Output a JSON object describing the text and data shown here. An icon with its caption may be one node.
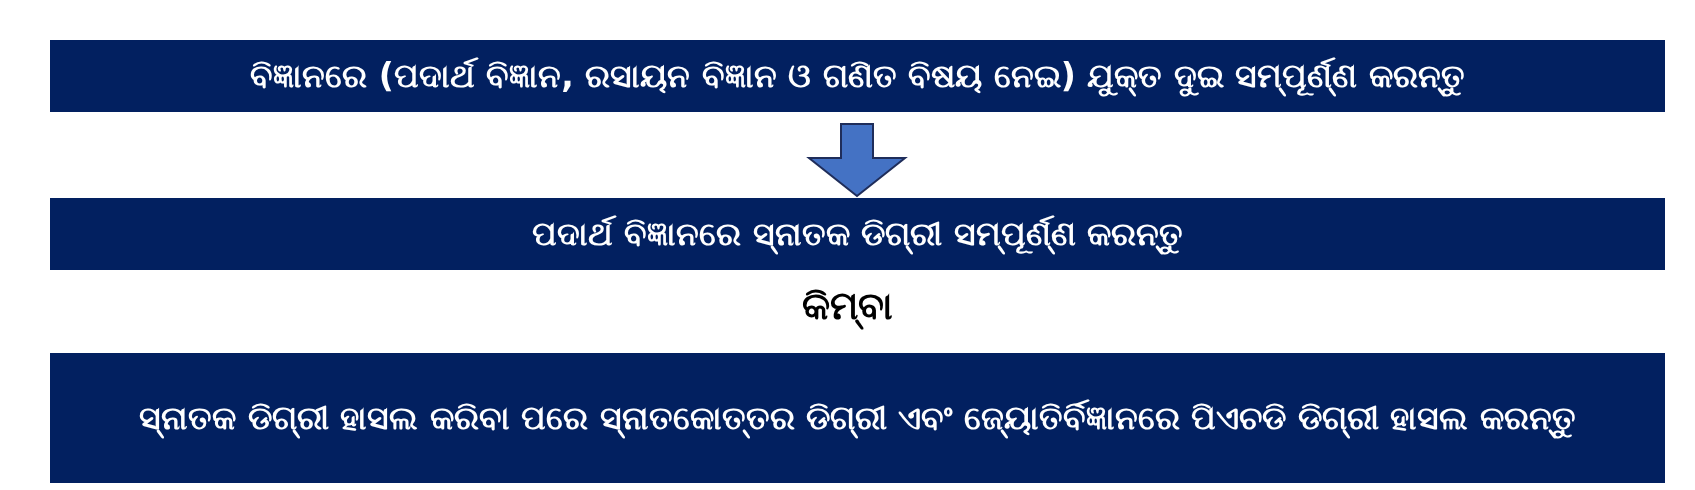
{
  "diagram": {
    "nodes": [
      {
        "text": [
          "ବିଜ୍ଞାନରେ (ପଦାର୍ଥ ବିଜ୍ଞାନ, ରସାୟନ ବିଜ୍ଞାନ ଓ ଗଣିତ ବିଷୟ ନେଇ) ଯୁକ୍ତ ଦୁଇ ସମ୍ପୂର୍ଣ୍ଣ କରନ୍ତୁ"
        ]
      },
      {
        "text": [
          "ପଦାର୍ଥ ବିଜ୍ଞାନରେ ସ୍ନାତକ ଡିଗ୍ରୀ ସମ୍ପୂର୍ଣ୍ଣ କରନ୍ତୁ"
        ]
      },
      {
        "text": [
          "ସ୍ନାତକ ଡିଗ୍ରୀ ହାସଲ କରିବା ପରେ ସ୍ନାତକୋତ୍ତର ଡିଗ୍ରୀ ଏବଂ ଜ୍ୟୋତିର୍ବିଜ୍ଞାନରେ ପିଏଚଡି ଡିଗ୍ରୀ ହାସଲ କରନ୍ତୁ"
        ]
      }
    ],
    "edges": [
      {
        "from": 0,
        "to": 1,
        "arrow": "to"
      }
    ],
    "labels": [
      "କିମ୍ବା"
    ]
  }
}
